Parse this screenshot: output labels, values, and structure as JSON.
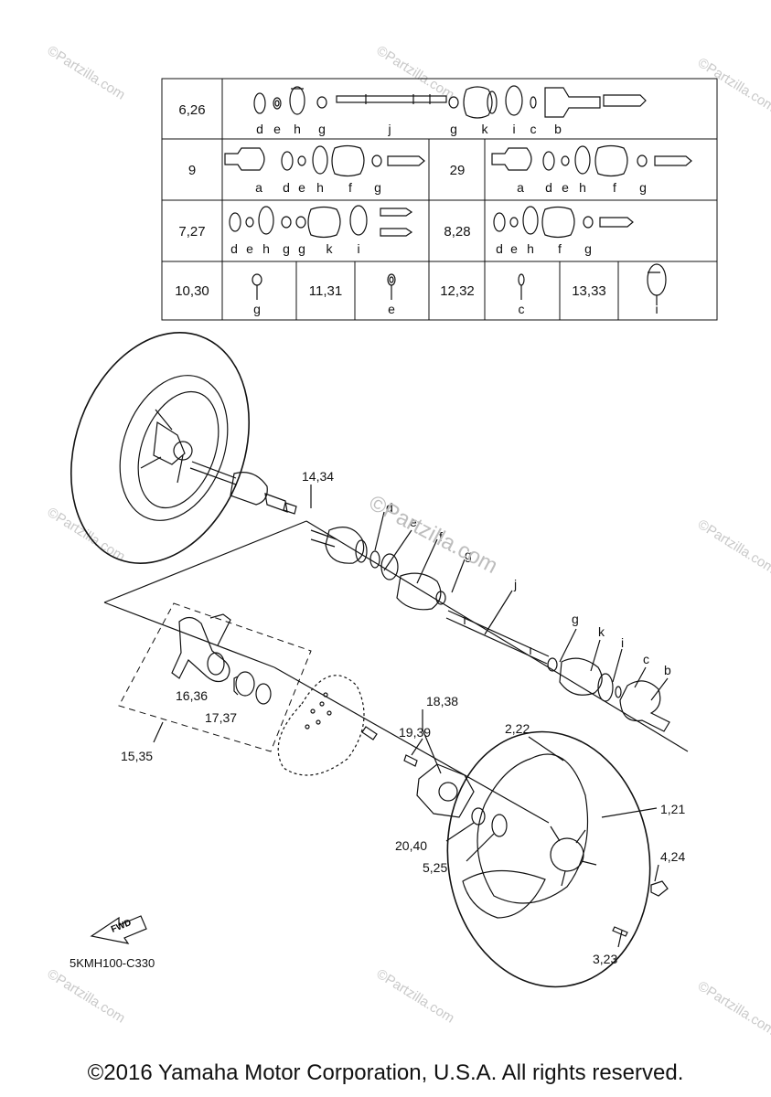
{
  "table": {
    "rows": [
      {
        "ref": "6,26",
        "letters": [
          "d",
          "e",
          "h",
          "g",
          "j",
          "g",
          "k",
          "i",
          "c",
          "b"
        ]
      },
      {
        "ref": "9",
        "letters": [
          "a",
          "d",
          "e",
          "h",
          "f",
          "g"
        ],
        "ref2": "29",
        "letters2": [
          "a",
          "d",
          "e",
          "h",
          "f",
          "g"
        ]
      },
      {
        "ref": "7,27",
        "letters": [
          "d",
          "e",
          "h",
          "g",
          "g",
          "k",
          "i"
        ],
        "ref2": "8,28",
        "letters2": [
          "d",
          "e",
          "h",
          "f",
          "g"
        ]
      },
      {
        "cells": [
          {
            "ref": "10,30",
            "letter": "g"
          },
          {
            "ref": "11,31",
            "letter": "e"
          },
          {
            "ref": "12,32",
            "letter": "c"
          },
          {
            "ref": "13,33",
            "letter": "i"
          }
        ]
      }
    ]
  },
  "callouts": {
    "c14_34": "14,34",
    "cd": "d",
    "ce": "e",
    "cf": "f",
    "cg1": "g",
    "cj": "j",
    "cg2": "g",
    "ck": "k",
    "ci": "i",
    "cc": "c",
    "cb": "b",
    "c18_38": "18,38",
    "c19_39": "19,39",
    "c2_22": "2,22",
    "c1_21": "1,21",
    "c16_36": "16,36",
    "c17_37": "17,37",
    "c15_35": "15,35",
    "c20_40": "20,40",
    "c5_25": "5,25",
    "c4_24": "4,24",
    "c3_23": "3,23"
  },
  "fwd_label": "FWD",
  "diagram_code": "5KMH100-C330",
  "watermark": "©Partzilla.com",
  "watermark_big": "©Partzilla.com",
  "copyright": "©2016 Yamaha Motor Corporation, U.S.A. All rights reserved."
}
